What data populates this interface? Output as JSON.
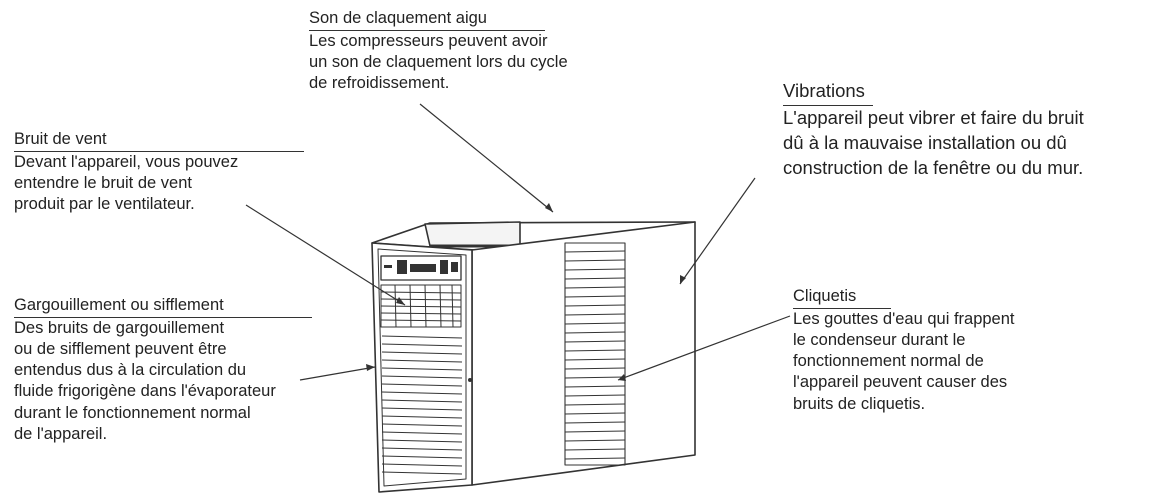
{
  "callouts": {
    "claquement": {
      "title": "Son de claquement aigu",
      "description": "Les compresseurs peuvent avoir\nun son de claquement lors du cycle\nde refroidissement."
    },
    "vibrations": {
      "title": "Vibrations",
      "description": "L'appareil peut vibrer et faire du bruit\ndû à la mauvaise installation ou dû\nconstruction de la fenêtre ou du mur."
    },
    "vent": {
      "title": "Bruit de vent",
      "description": "Devant l'appareil, vous pouvez\nentendre le bruit de vent\nproduit par le ventilateur."
    },
    "gargouillement": {
      "title": "Gargouillement ou sifflement",
      "description": "Des bruits de gargouillement\nou de  sifflement peuvent être\nentendus dus à la circulation du\nfluide frigorigène dans l'évaporateur\ndurant le fonctionnement normal\nde l'appareil."
    },
    "cliquetis": {
      "title": "Cliquetis",
      "description": "Les gouttes d'eau qui frappent\nle condenseur durant le\nfonctionnement normal de\nl'appareil peuvent causer des\nbruits de cliquetis."
    }
  },
  "colors": {
    "line": "#333333",
    "text": "#222222",
    "background": "#ffffff"
  },
  "icons": {
    "appliance": "window-air-conditioner-illustration"
  }
}
